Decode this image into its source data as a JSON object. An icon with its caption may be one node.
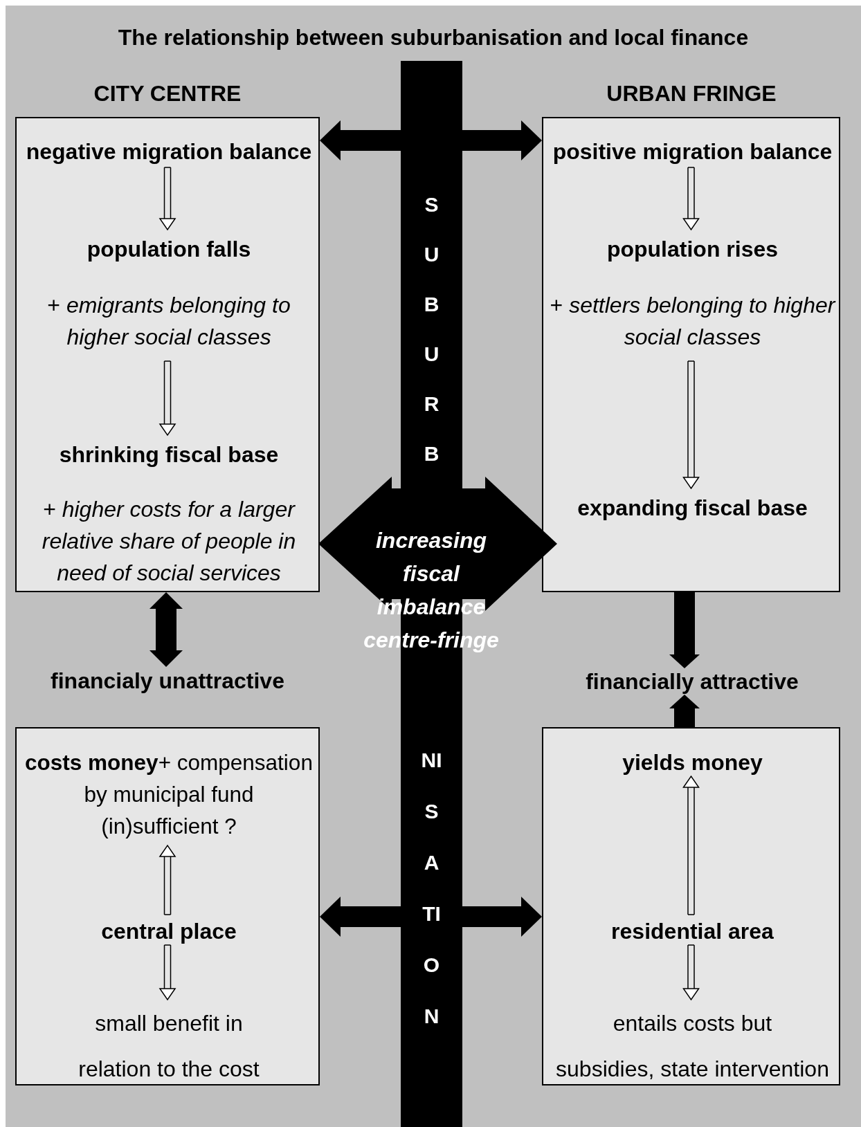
{
  "diagram": {
    "title": "The relationship between suburbanisation and local finance",
    "nodes": [
      {
        "text": [],
        "shape": "box"
      },
      {
        "text": [
          "negative migration balance"
        ],
        "in": 0
      },
      {
        "text": [
          "population falls",
          "+ *emigrants belonging to higher social classes*"
        ],
        "in": 0
      },
      {
        "text": [
          "shrinking fiscal base",
          "+ *higher costs for a larger relative share of people in need of social services*"
        ],
        "in": 0
      },
      {
        "text": [],
        "shape": "box"
      },
      {
        "text": [
          "positive migration balance"
        ],
        "in": 4
      },
      {
        "text": [
          "population rises",
          "+ *settlers belonging to higher social classes*"
        ],
        "in": 4
      },
      {
        "text": [
          "expanding fiscal base"
        ],
        "in": 4
      },
      {
        "text": [
          "SUBURB",
          "NISATION"
        ]
      },
      {
        "text": [
          "increasing fiscal imbalance centre-fringe"
        ]
      },
      {
        "text": [
          "financialy unattractive"
        ]
      },
      {
        "text": [
          "financially attractive"
        ]
      },
      {
        "text": [],
        "shape": "box"
      },
      {
        "text": [
          "**costs money**+ compensation by municipal fund (in)sufficient ?"
        ],
        "in": 12
      },
      {
        "text": [
          "central place"
        ],
        "in": 12
      },
      {
        "text": [
          "small benefit in",
          "relation to the cost"
        ],
        "in": 12
      },
      {
        "text": [],
        "shape": "box"
      },
      {
        "text": [
          "yields money"
        ],
        "in": 16
      },
      {
        "text": [
          "residential area"
        ],
        "in": 16
      },
      {
        "text": [
          "entails costs but",
          "subsidies, state intervention"
        ],
        "in": 16
      }
    ],
    "edges": [
      {
        "from": 1,
        "to": 2,
        "arrow": "to"
      },
      {
        "from": 2,
        "to": 3,
        "arrow": "to"
      },
      {
        "from": 5,
        "to": 6,
        "arrow": "to"
      },
      {
        "from": 6,
        "to": 7,
        "arrow": "to"
      },
      {
        "from": 8,
        "to": 0,
        "arrow": "to",
        "style": "thick"
      },
      {
        "from": 8,
        "to": 4,
        "arrow": "to",
        "style": "thick"
      },
      {
        "from": 0,
        "to": 10,
        "arrow": "both",
        "style": "thick"
      },
      {
        "from": 4,
        "to": 11,
        "arrow": "to",
        "style": "thick"
      },
      {
        "from": 16,
        "to": 11,
        "arrow": "to",
        "style": "thick"
      },
      {
        "from": 14,
        "to": 13,
        "arrow": "to"
      },
      {
        "from": 14,
        "to": 15,
        "arrow": "to"
      },
      {
        "from": 18,
        "to": 17,
        "arrow": "to"
      },
      {
        "from": 18,
        "to": 19,
        "arrow": "to"
      },
      {
        "from": 8,
        "to": 12,
        "arrow": "to",
        "style": "thick"
      },
      {
        "from": 8,
        "to": 16,
        "arrow": "to",
        "style": "thick"
      }
    ],
    "labels": [
      "CITY CENTRE",
      "URBAN FRINGE"
    ]
  }
}
